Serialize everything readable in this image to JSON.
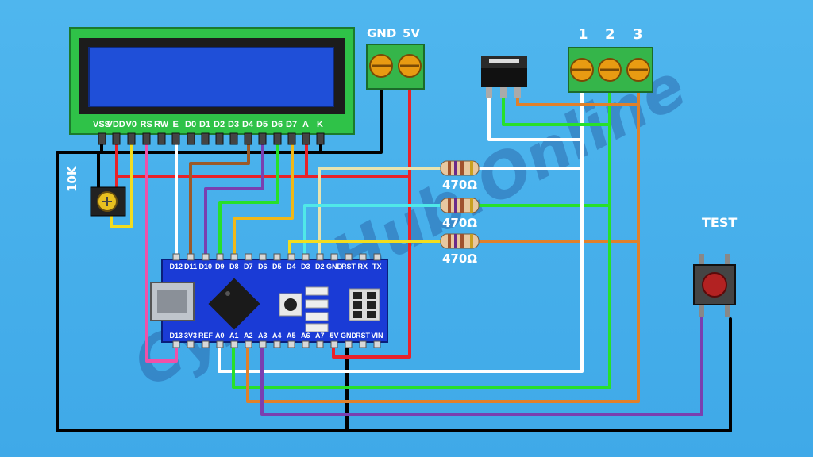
{
  "lcd": {
    "pins": [
      "VSS",
      "VDD",
      "V0",
      "RS",
      "RW",
      "E",
      "D0",
      "D1",
      "D2",
      "D3",
      "D4",
      "D5",
      "D6",
      "D7",
      "A",
      "K"
    ]
  },
  "power_terminal": {
    "gnd_label": "GND",
    "v5_label": "5V"
  },
  "sensor_terminal": {
    "labels": [
      "1",
      "2",
      "3"
    ]
  },
  "potentiometer": {
    "label": "10K"
  },
  "resistors": [
    {
      "label": "470Ω"
    },
    {
      "label": "470Ω"
    },
    {
      "label": "470Ω"
    }
  ],
  "button": {
    "label": "TEST"
  },
  "nano": {
    "top_pins": [
      "D12",
      "D11",
      "D10",
      "D9",
      "D8",
      "D7",
      "D6",
      "D5",
      "D4",
      "D3",
      "D2",
      "GND",
      "RST",
      "RX",
      "TX"
    ],
    "bottom_pins": [
      "D13",
      "3V3",
      "REF",
      "A0",
      "A1",
      "A2",
      "A3",
      "A4",
      "A5",
      "A6",
      "A7",
      "5V",
      "GND",
      "RST",
      "VIN"
    ]
  },
  "watermark": "Cyber Hub.Online",
  "colors": {
    "background": "#45aeea",
    "lcd_board": "#2fc248",
    "lcd_screen": "#1f4fd8",
    "nano_board": "#1a3bd6",
    "terminal": "#35b54a",
    "wire_black": "#000000",
    "wire_red": "#e8222a",
    "wire_white": "#ffffff",
    "wire_green": "#27e02a",
    "wire_orange": "#e0802a",
    "wire_yellow": "#f3dd1e",
    "wire_pink": "#f050a8",
    "wire_purple": "#7a3fb0",
    "wire_brown": "#9a5a2a",
    "wire_cyan": "#50e8e8",
    "wire_cream": "#e8e4b0"
  }
}
